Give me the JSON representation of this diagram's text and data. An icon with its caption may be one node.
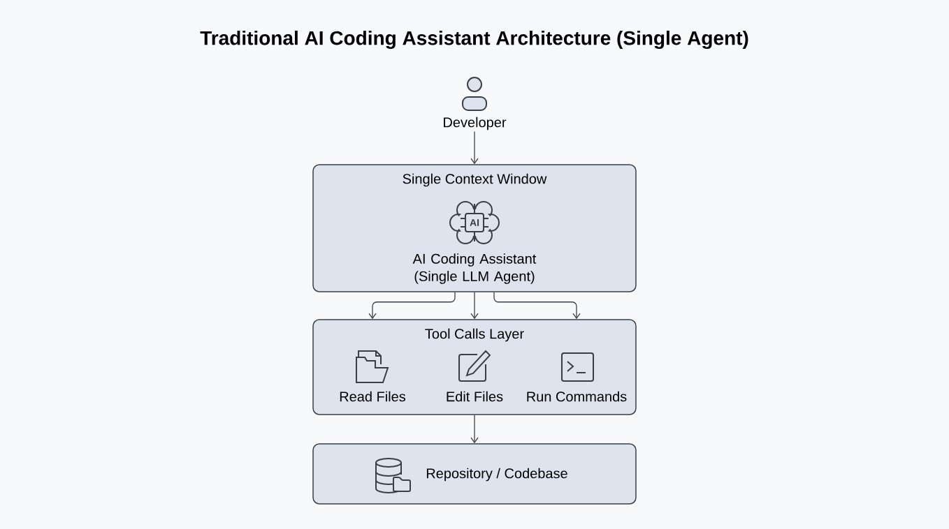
{
  "diagram": {
    "title": "Traditional AI Coding Assistant Architecture (Single Agent)",
    "nodes": [
      {
        "text": [
          "Developer"
        ]
      },
      {
        "text": [
          "Single Context Window",
          "AI Coding Assistant (Single LLM Agent)"
        ]
      },
      {
        "text": [
          "Tool Calls Layer"
        ]
      },
      {
        "text": [
          "Read Files"
        ],
        "in": 2
      },
      {
        "text": [
          "Edit Files"
        ],
        "in": 2
      },
      {
        "text": [
          "Run Commands"
        ],
        "in": 2
      },
      {
        "text": [
          "Repository / Codebase"
        ]
      }
    ],
    "edges": [
      {
        "from": 0,
        "to": 1,
        "arrow": "to"
      },
      {
        "from": 1,
        "to": 2,
        "arrow": "to"
      },
      {
        "from": 1,
        "to": 2,
        "arrow": "to"
      },
      {
        "from": 1,
        "to": 2,
        "arrow": "to"
      },
      {
        "from": 2,
        "to": 6,
        "arrow": "to"
      }
    ],
    "labels": [
      "AI"
    ]
  }
}
